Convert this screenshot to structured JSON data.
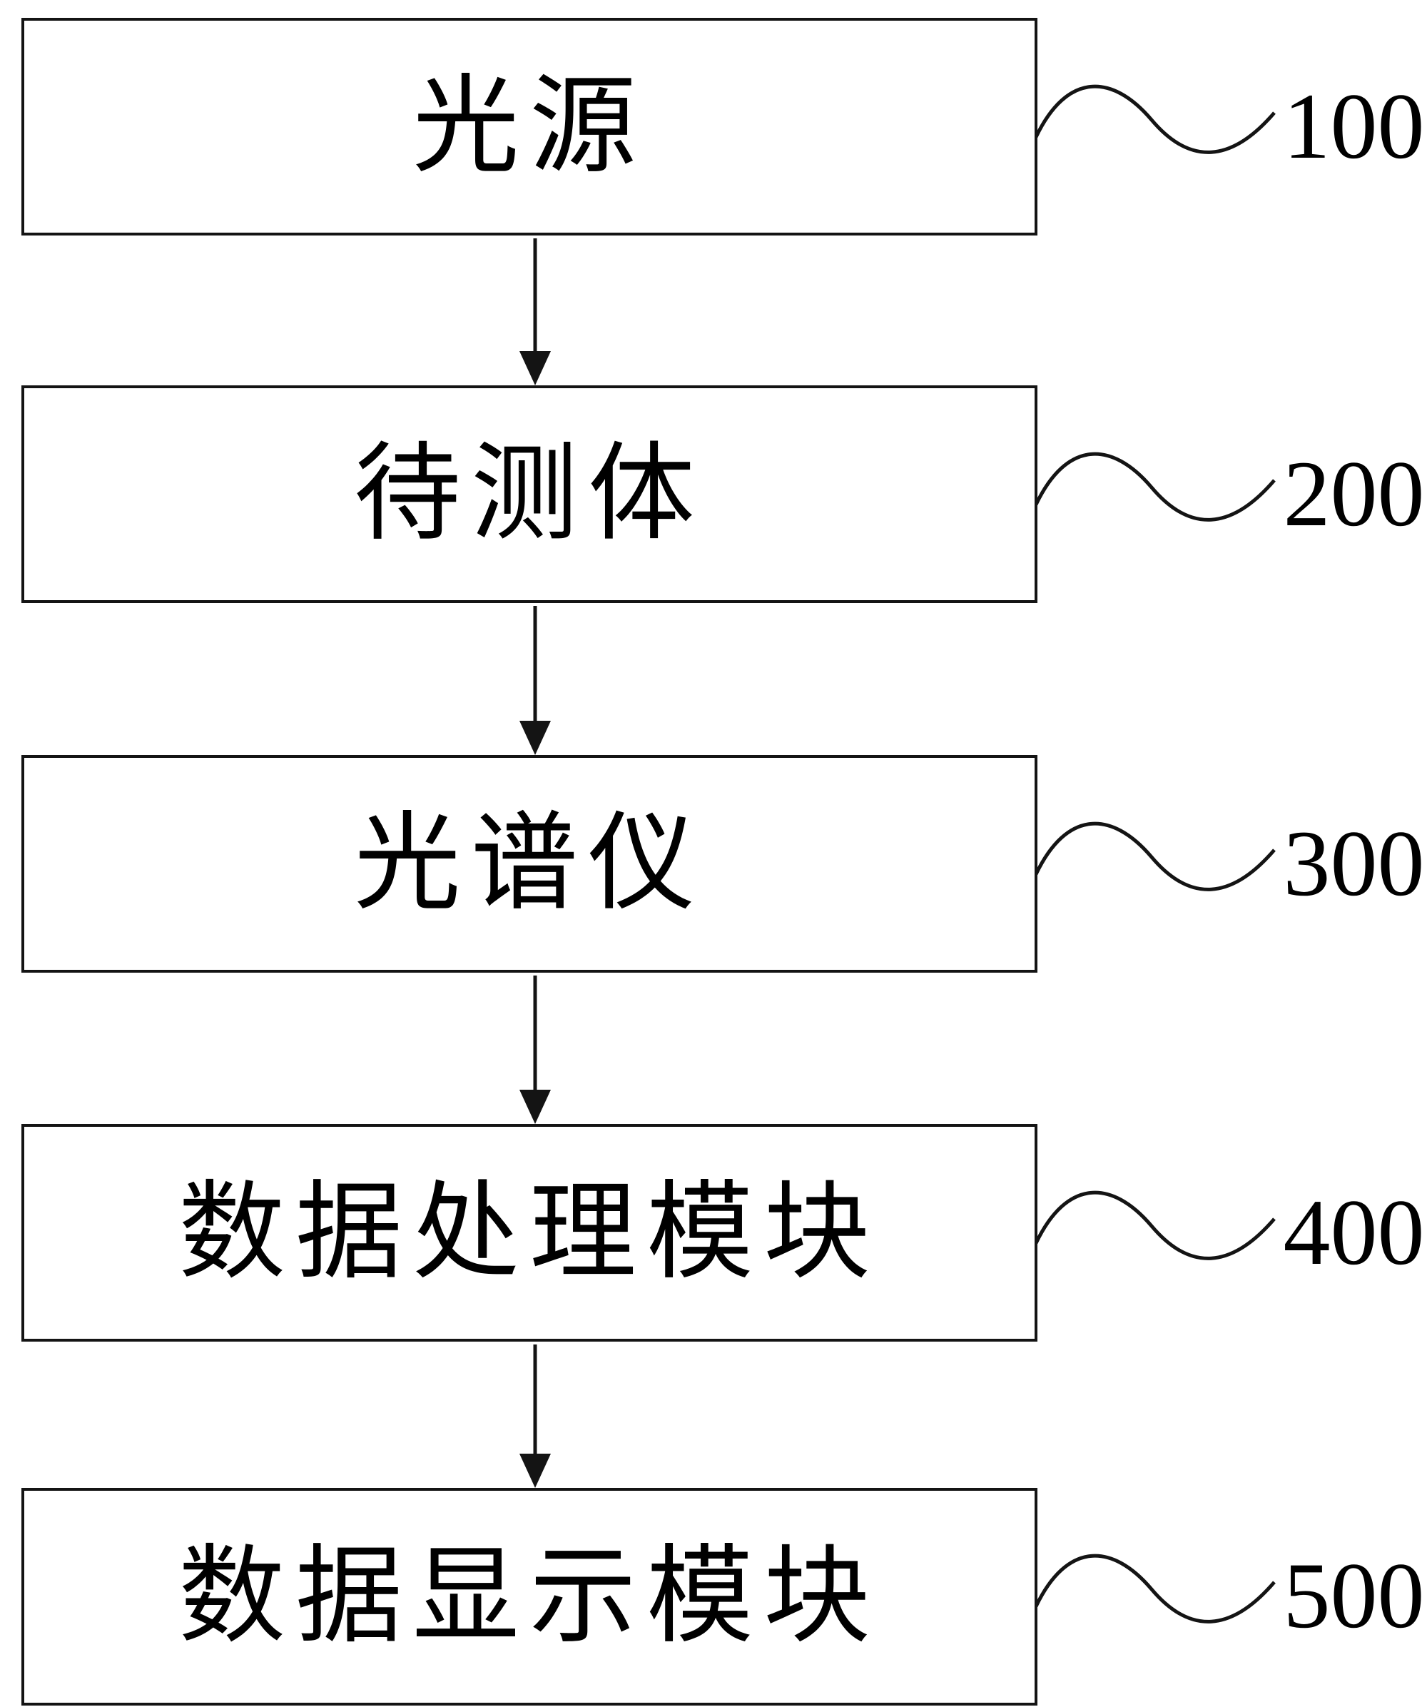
{
  "diagram": {
    "type": "flowchart",
    "direction": "top-down",
    "colors": {
      "line": "#141414",
      "box_fill": "#ffffff",
      "text": "#000000",
      "background": "#ffffff"
    },
    "boxes": [
      {
        "label": "光源",
        "ref": "100"
      },
      {
        "label": "待测体",
        "ref": "200"
      },
      {
        "label": "光谱仪",
        "ref": "300"
      },
      {
        "label": "数据处理模块",
        "ref": "400"
      },
      {
        "label": "数据显示模块",
        "ref": "500"
      }
    ],
    "connections": [
      {
        "from": "光源",
        "to": "待测体",
        "style": "arrow-down"
      },
      {
        "from": "待测体",
        "to": "光谱仪",
        "style": "arrow-down"
      },
      {
        "from": "光谱仪",
        "to": "数据处理模块",
        "style": "arrow-down"
      },
      {
        "from": "数据处理模块",
        "to": "数据显示模块",
        "style": "arrow-down"
      }
    ]
  }
}
